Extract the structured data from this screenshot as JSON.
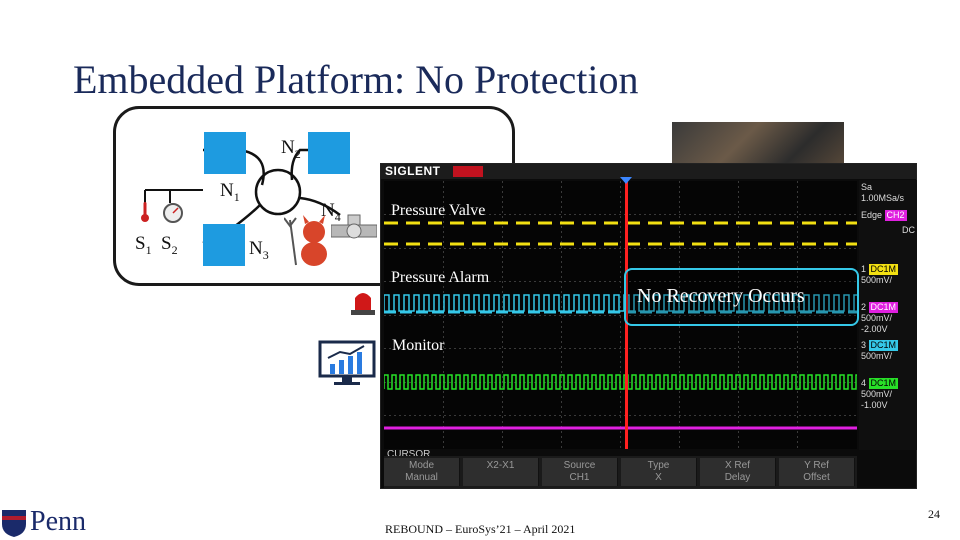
{
  "slide": {
    "title": "Embedded Platform: No Protection",
    "footer": "REBOUND – EuroSys’21 – April 2021",
    "page_number": "24",
    "logo_text": "Penn"
  },
  "diagram": {
    "nodes": [
      {
        "label": "N",
        "sub": "1"
      },
      {
        "label": "N",
        "sub": "2"
      },
      {
        "label": "N",
        "sub": "3"
      },
      {
        "label": "N",
        "sub": "4"
      }
    ],
    "sensors": [
      {
        "label": "S",
        "sub": "1"
      },
      {
        "label": "S",
        "sub": "2"
      }
    ],
    "node_color": "#1e9be0"
  },
  "scope": {
    "brand": "SIGLENT",
    "signals": [
      {
        "label": "Pressure Valve",
        "color": "#f2e012"
      },
      {
        "label": "Pressure Alarm",
        "color": "#35c8e8"
      },
      {
        "label": "Monitor",
        "color": "#28e028"
      },
      {
        "label": "",
        "color": "#e020e0"
      }
    ],
    "cursor_label": "CURSOR",
    "softkeys": [
      {
        "top": "Mode",
        "bottom": "Manual"
      },
      {
        "top": "X2-X1",
        "bottom": ""
      },
      {
        "top": "Source",
        "bottom": "CH1"
      },
      {
        "top": "Type",
        "bottom": "X"
      },
      {
        "top": "X Ref",
        "bottom": "Delay"
      },
      {
        "top": "Y Ref",
        "bottom": "Offset"
      }
    ],
    "side": {
      "sample": "Sa 1.00MSa/s",
      "edge": "Edge",
      "trigger_source": "CH2",
      "coupling": "DC",
      "channels": [
        {
          "num": "1",
          "badge": "DC1M",
          "scale": "500mV/",
          "offset": ""
        },
        {
          "num": "2",
          "badge": "DC1M",
          "scale": "500mV/",
          "offset": "-2.00V"
        },
        {
          "num": "3",
          "badge": "DC1M",
          "scale": "500mV/",
          "offset": ""
        },
        {
          "num": "4",
          "badge": "DC1M",
          "scale": "500mV/",
          "offset": "-1.00V"
        }
      ]
    }
  },
  "callout": {
    "text": "No Recovery Occurs",
    "border_color": "#35c8e8"
  }
}
